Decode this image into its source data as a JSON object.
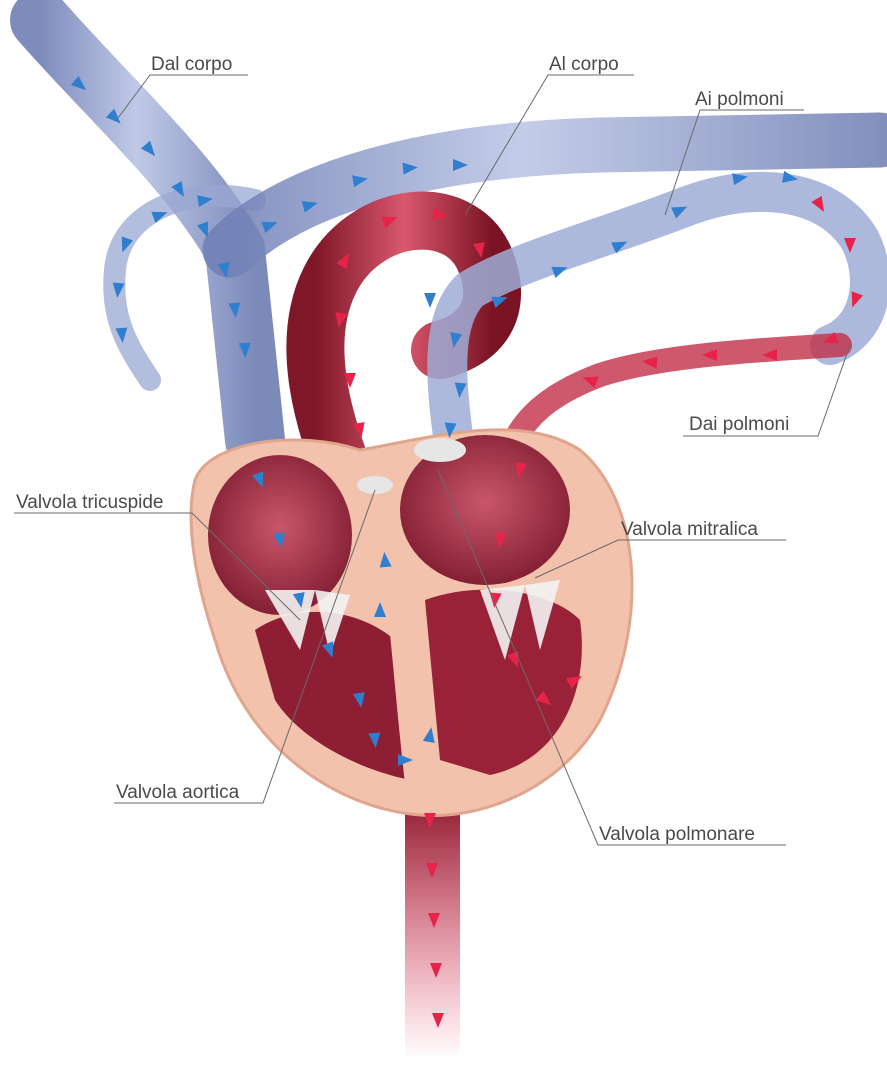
{
  "labels": {
    "dal_corpo": "Dal corpo",
    "al_corpo": "Al corpo",
    "ai_polmoni": "Ai polmoni",
    "dai_polmoni": "Dai polmoni",
    "valvola_tricuspide": "Valvola tricuspide",
    "valvola_mitralica": "Valvola mitralica",
    "valvola_aortica": "Valvola aortica",
    "valvola_polmonare": "Valvola polmonare"
  },
  "colors": {
    "deoxygenated_blood": "#8f9cc9",
    "oxygenated_blood": "#b8324a",
    "blue_arrow": "#2f7fd0",
    "red_arrow": "#e8234a",
    "heart_wall": "#f2c2ad",
    "chamber": "#8e1e33"
  }
}
